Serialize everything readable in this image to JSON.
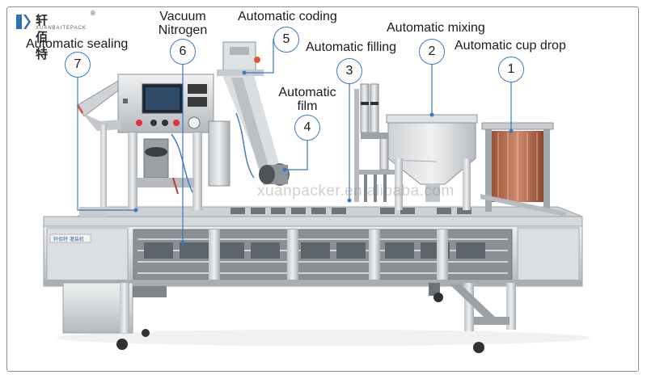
{
  "logo": {
    "cn_text": "轩佰特",
    "en_text": "XUANBAITEPACK",
    "registered": "®"
  },
  "watermark": "xuanpacker.en.alibaba.com",
  "panel_text": "轩佰特 灌装机",
  "labels": [
    {
      "id": "sealing",
      "text": "Automatic sealing",
      "number": "7"
    },
    {
      "id": "vacuum",
      "line1": "Vacuum",
      "line2": "Nitrogen",
      "number": "6"
    },
    {
      "id": "coding",
      "text": "Automatic coding",
      "number": "5"
    },
    {
      "id": "film",
      "line1": "Automatic",
      "line2": "film",
      "number": "4"
    },
    {
      "id": "filling",
      "text": "Automatic filling",
      "number": "3"
    },
    {
      "id": "mixing",
      "text": "Automatic mixing",
      "number": "2"
    },
    {
      "id": "cupdrop",
      "text": "Automatic cup drop",
      "number": "1"
    }
  ],
  "colors": {
    "steel_light": "#e4e6e8",
    "steel_mid": "#bfc3c7",
    "steel_dark": "#8a8f94",
    "leader_line": "#3a78c4",
    "cup_brown": "#b86a4e",
    "screen": "#1d2733"
  }
}
